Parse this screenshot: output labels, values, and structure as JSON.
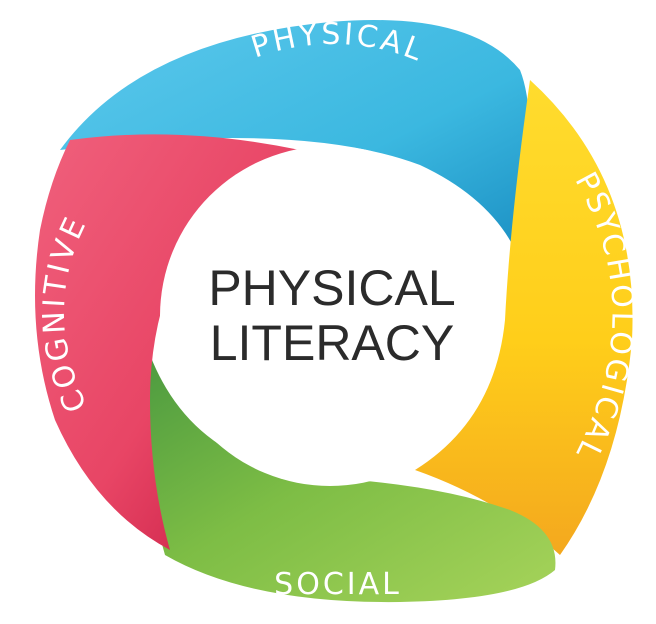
{
  "center": {
    "line1": "PHYSICAL",
    "line2": "LITERACY"
  },
  "segments": [
    {
      "key": "physical",
      "label": "PHYSICAL",
      "color": "#3bb8e0",
      "color_dark": "#1f8fc0"
    },
    {
      "key": "psychological",
      "label": "PSYCHOLOGICAL",
      "color": "#ffd21f",
      "color_dark": "#f1a81c"
    },
    {
      "key": "social",
      "label": "SOCIAL",
      "color": "#8cc63f",
      "color_dark": "#4f9d3c"
    },
    {
      "key": "cognitive",
      "label": "COGNITIVE",
      "color": "#ec4e6d",
      "color_dark": "#c41e45"
    }
  ]
}
